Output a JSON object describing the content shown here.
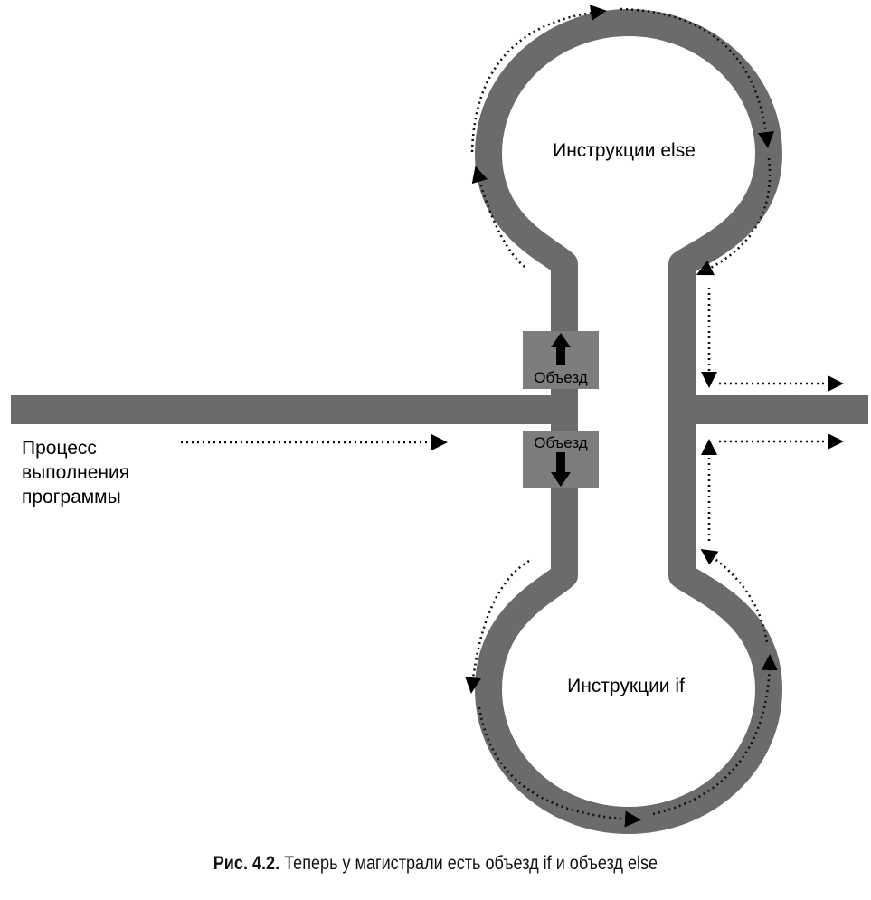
{
  "labels": {
    "else_block": "Инструкции else",
    "if_block": "Инструкции if",
    "program_flow": [
      "Процесс",
      "выполнения",
      "программы"
    ],
    "detour_top": "Объезд",
    "detour_bottom": "Объезд"
  },
  "caption": {
    "number": "Рис. 4.2.",
    "text": "Теперь у магистрали есть объезд if и объезд else"
  },
  "colors": {
    "road": "#6b6b6b",
    "detour_box": "#7d7d7d",
    "arrow": "#000000",
    "text": "#000000"
  },
  "icons": [
    "up-arrow-icon",
    "down-arrow-icon",
    "arrowhead-icon"
  ]
}
